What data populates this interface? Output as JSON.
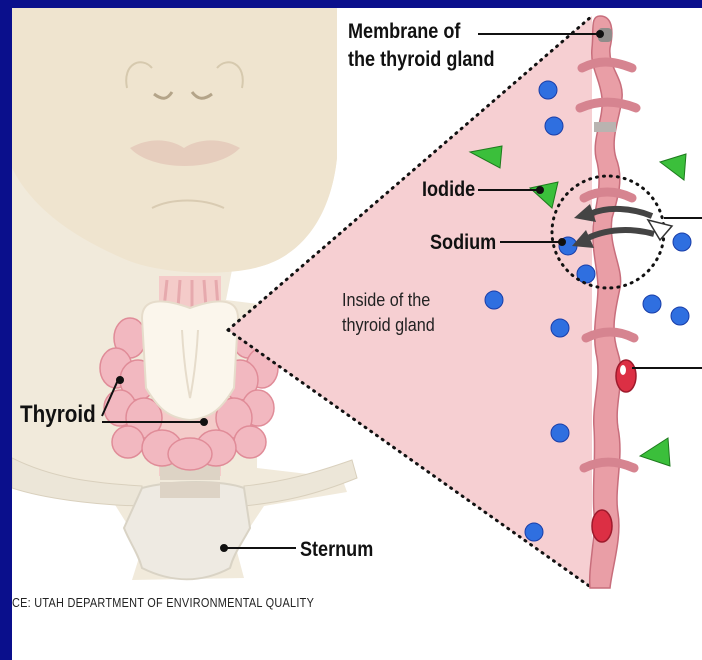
{
  "labels": {
    "membrane_line1": "Membrane of",
    "membrane_line2": "the thyroid gland",
    "iodide": "Iodide",
    "sodium": "Sodium",
    "inside_line1": "Inside of the",
    "inside_line2": "thyroid gland",
    "thyroid": "Thyroid",
    "sternum": "Sternum",
    "source": "CE: UTAH DEPARTMENT OF ENVIRONMENTAL QUALITY"
  },
  "colors": {
    "frame_blue": "#0a0f8c",
    "skin": "#efe6d4",
    "magnified_pink": "#f3c9cc",
    "membrane_pink": "#e79aa2",
    "gland_pink": "#efb4bc",
    "sodium_blue": "#2f6fe0",
    "iodide_green": "#3bbf3b",
    "channel_red": "#d8283e"
  },
  "icons": [
    "sodium-ion-icon",
    "iodide-ion-icon",
    "transport-arrow-icon",
    "membrane-channel-icon"
  ]
}
